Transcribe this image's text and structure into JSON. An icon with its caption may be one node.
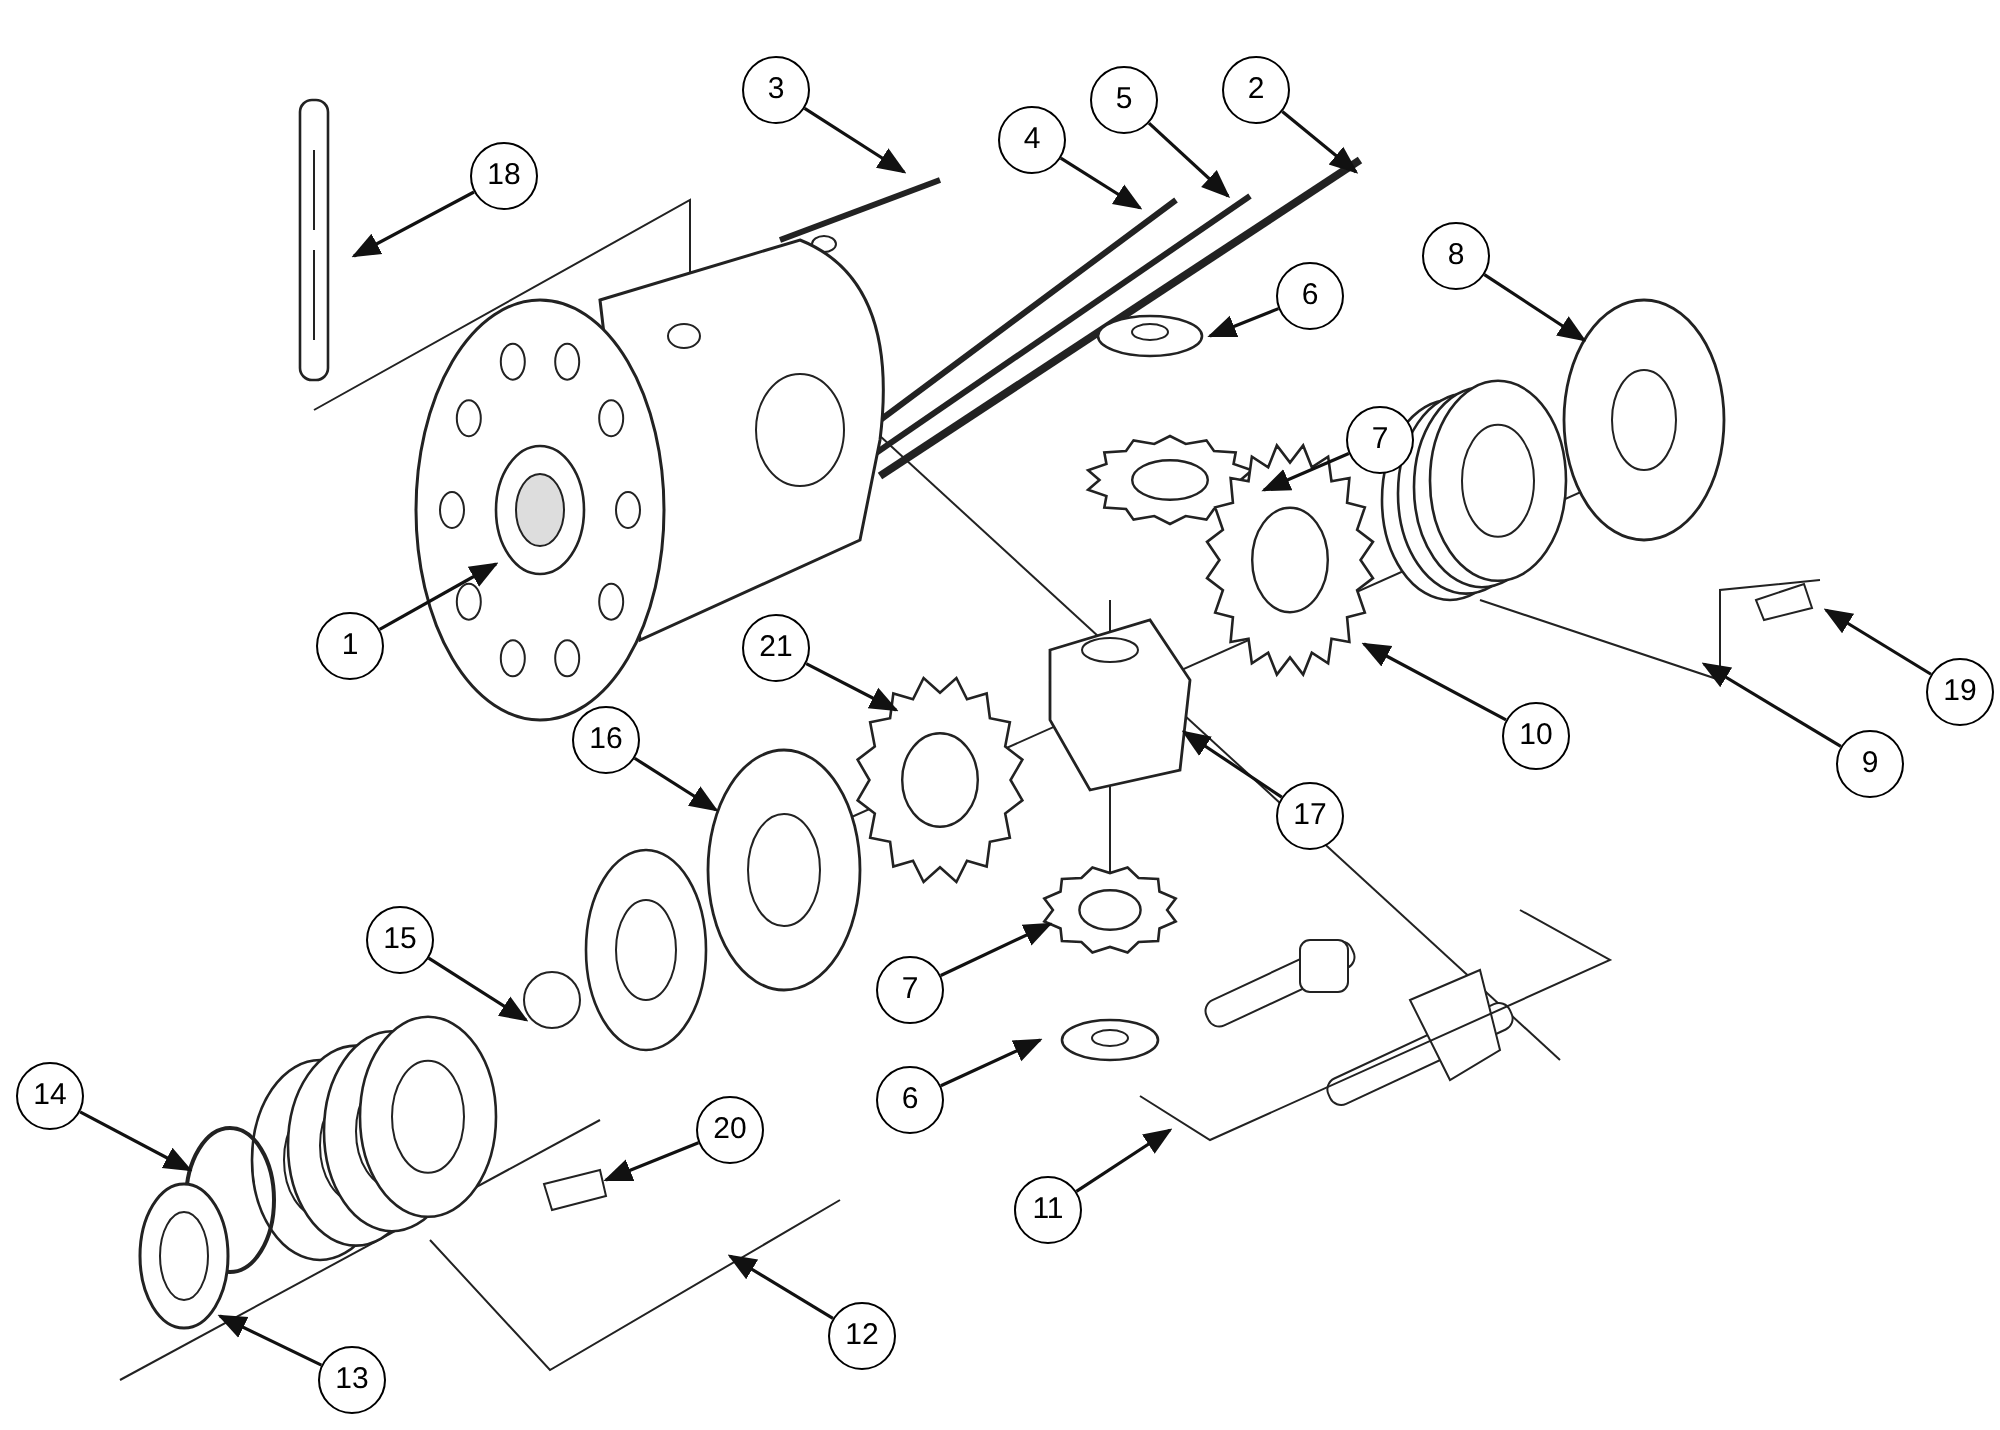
{
  "diagram": {
    "nodes": [
      {
        "text": [
          "3"
        ]
      },
      {
        "text": [
          "2"
        ]
      },
      {
        "text": [
          "4"
        ]
      },
      {
        "text": [
          "5"
        ]
      },
      {
        "text": [
          "18"
        ]
      },
      {
        "text": [
          "8"
        ]
      },
      {
        "text": [
          "6"
        ]
      },
      {
        "text": [
          "7"
        ]
      },
      {
        "text": [
          "1"
        ]
      },
      {
        "text": [
          "21"
        ]
      },
      {
        "text": [
          "19"
        ]
      },
      {
        "text": [
          "10"
        ]
      },
      {
        "text": [
          "16"
        ]
      },
      {
        "text": [
          "9"
        ]
      },
      {
        "text": [
          "17"
        ]
      },
      {
        "text": [
          "15"
        ]
      },
      {
        "text": [
          "7"
        ]
      },
      {
        "text": [
          "14"
        ]
      },
      {
        "text": [
          "6"
        ]
      },
      {
        "text": [
          "20"
        ]
      },
      {
        "text": [
          "11"
        ]
      },
      {
        "text": [
          "12"
        ]
      },
      {
        "text": [
          "13"
        ]
      }
    ],
    "edges": [
      {
        "from": 0,
        "to": null,
        "arrow": "to"
      },
      {
        "from": 1,
        "to": null,
        "arrow": "to"
      },
      {
        "from": 2,
        "to": null,
        "arrow": "to"
      },
      {
        "from": 3,
        "to": null,
        "arrow": "to"
      },
      {
        "from": 4,
        "to": null,
        "arrow": "to"
      },
      {
        "from": 5,
        "to": null,
        "arrow": "to"
      },
      {
        "from": 6,
        "to": null,
        "arrow": "to"
      },
      {
        "from": 7,
        "to": null,
        "arrow": "to"
      },
      {
        "from": 8,
        "to": null,
        "arrow": "to"
      },
      {
        "from": 9,
        "to": null,
        "arrow": "to"
      },
      {
        "from": 10,
        "to": null,
        "arrow": "to"
      },
      {
        "from": 11,
        "to": null,
        "arrow": "to"
      },
      {
        "from": 12,
        "to": null,
        "arrow": "to"
      },
      {
        "from": 13,
        "to": null,
        "arrow": "to"
      },
      {
        "from": 14,
        "to": null,
        "arrow": "to"
      },
      {
        "from": 15,
        "to": null,
        "arrow": "to"
      },
      {
        "from": 16,
        "to": null,
        "arrow": "to"
      },
      {
        "from": 17,
        "to": null,
        "arrow": "to"
      },
      {
        "from": 18,
        "to": null,
        "arrow": "to"
      },
      {
        "from": 19,
        "to": null,
        "arrow": "to"
      },
      {
        "from": 20,
        "to": null,
        "arrow": "to"
      },
      {
        "from": 21,
        "to": null,
        "arrow": "to"
      },
      {
        "from": 22,
        "to": null,
        "arrow": "to"
      }
    ]
  }
}
